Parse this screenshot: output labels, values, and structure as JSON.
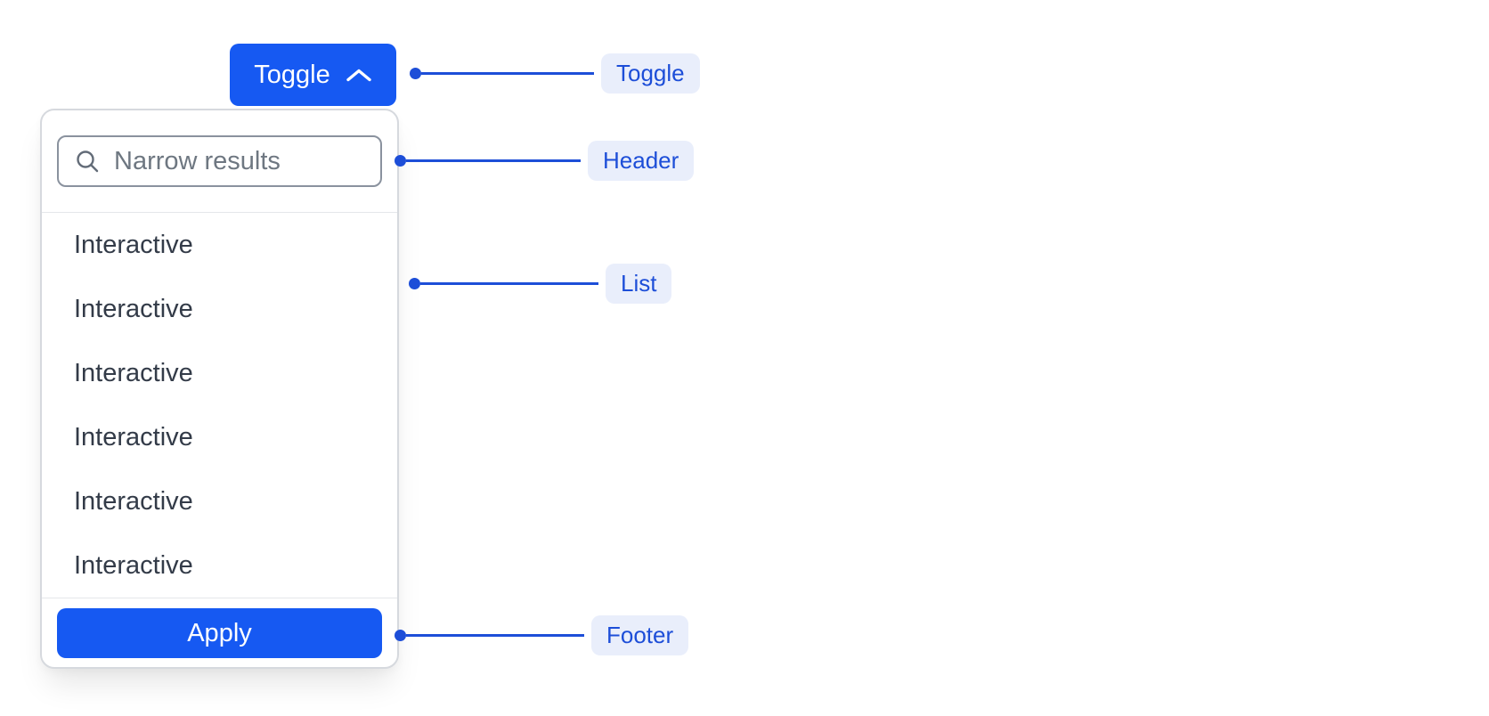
{
  "component": {
    "toggle_button": {
      "label": "Toggle",
      "icon": "chevron-up-icon"
    },
    "dropdown": {
      "search": {
        "placeholder": "Narrow results",
        "value": "",
        "icon": "search-icon"
      },
      "items": [
        "Interactive",
        "Interactive",
        "Interactive",
        "Interactive",
        "Interactive",
        "Interactive"
      ],
      "footer": {
        "apply_label": "Apply"
      }
    }
  },
  "annotations": {
    "toggle": "Toggle",
    "header": "Header",
    "list": "List",
    "footer": "Footer"
  },
  "colors": {
    "primary_blue": "#1659f2",
    "annotation_blue": "#1d4ed8",
    "annotation_badge_bg": "#e9eefb",
    "panel_border": "#d6d9de",
    "input_border": "#8a929e",
    "placeholder_text": "#6e7781",
    "item_text": "#333b48",
    "divider": "#e5e7ea",
    "button_text": "#ffffff"
  }
}
